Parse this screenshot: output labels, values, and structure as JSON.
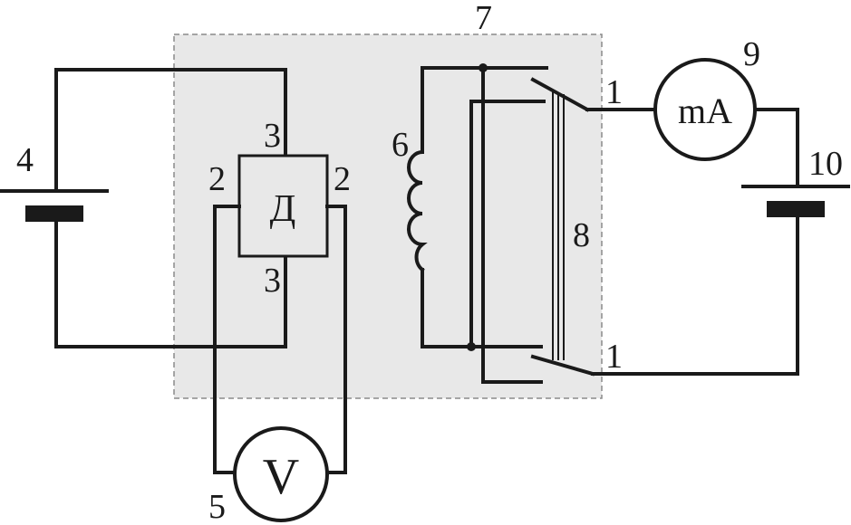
{
  "labels": {
    "battery_left": "4",
    "voltmeter_num": "5",
    "coil": "6",
    "relay_box": "7",
    "contact_bar": "8",
    "milliammeter_num": "9",
    "battery_right": "10",
    "sensor_top": "3",
    "sensor_bottom": "3",
    "sensor_left": "2",
    "sensor_right": "2",
    "contact_top": "1",
    "contact_bottom": "1"
  },
  "components": {
    "sensor_symbol": "Д",
    "voltmeter_symbol": "V",
    "milliammeter_symbol": "mA"
  },
  "colors": {
    "line": "#1a1a1a",
    "box_fill": "#e8e8e8",
    "box_border": "#8a8a8a",
    "background": "#ffffff"
  }
}
